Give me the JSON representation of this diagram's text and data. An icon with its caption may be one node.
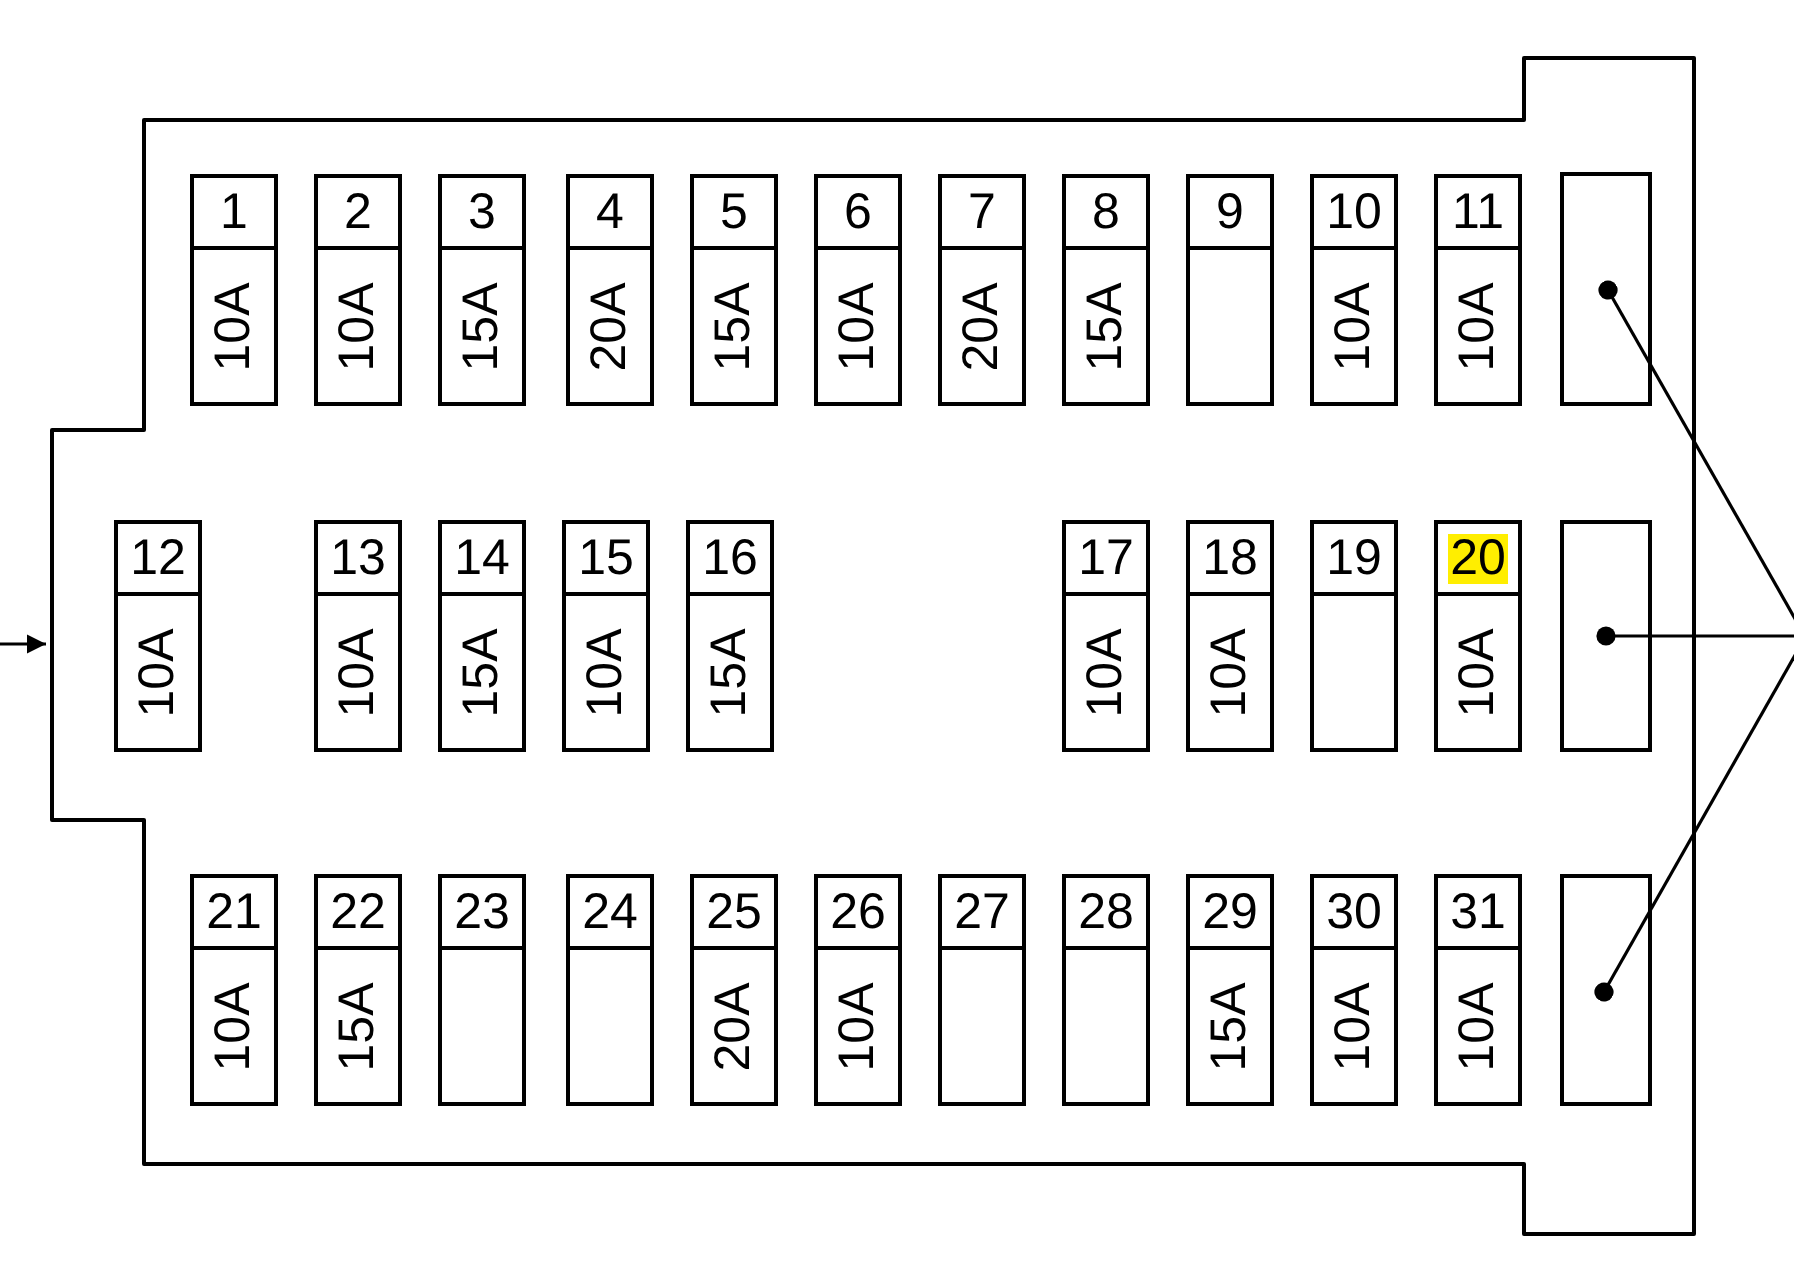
{
  "diagram": {
    "nodes": [
      {
        "text": [],
        "shape": "box"
      },
      {
        "text": [
          "1",
          "10A"
        ],
        "in": 0
      },
      {
        "text": [
          "2",
          "10A"
        ],
        "in": 0
      },
      {
        "text": [
          "3",
          "15A"
        ],
        "in": 0
      },
      {
        "text": [
          "4",
          "20A"
        ],
        "in": 0
      },
      {
        "text": [
          "5",
          "15A"
        ],
        "in": 0
      },
      {
        "text": [
          "6",
          "10A"
        ],
        "in": 0
      },
      {
        "text": [
          "7",
          "20A"
        ],
        "in": 0
      },
      {
        "text": [
          "8",
          "15A"
        ],
        "in": 0
      },
      {
        "text": [
          "9"
        ],
        "in": 0
      },
      {
        "text": [
          "10",
          "10A"
        ],
        "in": 0
      },
      {
        "text": [
          "11",
          "10A"
        ],
        "in": 0
      },
      {
        "text": [
          "12",
          "10A"
        ],
        "in": 0
      },
      {
        "text": [
          "13",
          "10A"
        ],
        "in": 0
      },
      {
        "text": [
          "14",
          "15A"
        ],
        "in": 0
      },
      {
        "text": [
          "15",
          "10A"
        ],
        "in": 0
      },
      {
        "text": [
          "16",
          "15A"
        ],
        "in": 0
      },
      {
        "text": [
          "17",
          "10A"
        ],
        "in": 0
      },
      {
        "text": [
          "18",
          "10A"
        ],
        "in": 0
      },
      {
        "text": [
          "19"
        ],
        "in": 0
      },
      {
        "text": [
          "20",
          "10A"
        ],
        "in": 0
      },
      {
        "text": [
          "21",
          "10A"
        ],
        "in": 0
      },
      {
        "text": [
          "22",
          "15A"
        ],
        "in": 0
      },
      {
        "text": [
          "23"
        ],
        "in": 0
      },
      {
        "text": [
          "24"
        ],
        "in": 0
      },
      {
        "text": [
          "25",
          "20A"
        ],
        "in": 0
      },
      {
        "text": [
          "26",
          "10A"
        ],
        "in": 0
      },
      {
        "text": [
          "27"
        ],
        "in": 0
      },
      {
        "text": [
          "28"
        ],
        "in": 0
      },
      {
        "text": [
          "29",
          "15A"
        ],
        "in": 0
      },
      {
        "text": [
          "30",
          "10A"
        ],
        "in": 0
      },
      {
        "text": [
          "31",
          "10A"
        ],
        "in": 0
      },
      {
        "text": [],
        "shape": "box",
        "in": 0
      },
      {
        "text": [],
        "shape": "box",
        "in": 0
      },
      {
        "text": [],
        "shape": "box",
        "in": 0
      }
    ],
    "edges": [
      {
        "from": null,
        "to": 0,
        "arrow": "to"
      },
      {
        "from": null,
        "to": 32,
        "arrow": "other"
      },
      {
        "from": null,
        "to": 33,
        "arrow": "other"
      },
      {
        "from": null,
        "to": 34,
        "arrow": "other"
      }
    ]
  }
}
